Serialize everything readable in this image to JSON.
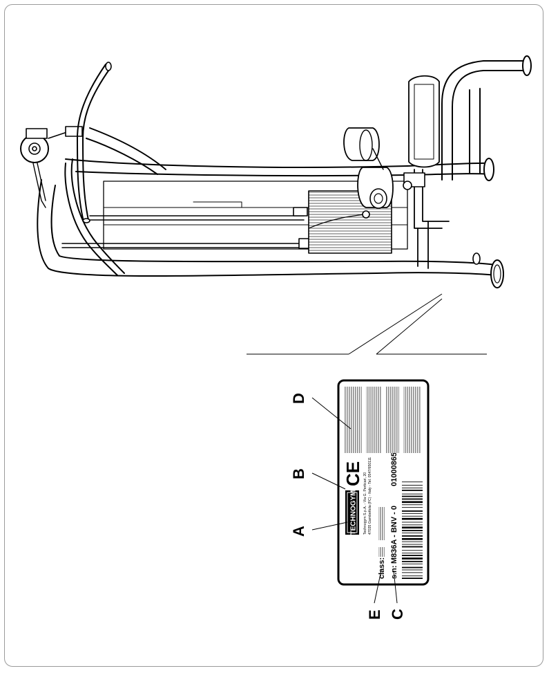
{
  "callouts": {
    "a": "A",
    "b": "B",
    "c": "C",
    "d": "D",
    "e": "E"
  },
  "plate": {
    "brand": "TECHNOGYM",
    "mark": "CE",
    "address_line_1": "Technogym S.p.A. - Via G. Perticari, 20",
    "address_line_2": "47035 Gambettola (FC) - Italy - Tel. 0547/650111",
    "class_label": "class:",
    "serial_label": "s.n:",
    "serial_value": "M836A - BNV - 0",
    "serial_number": "01000865"
  },
  "colors": {
    "ink": "#000000",
    "frame": "#9a9a9a",
    "text_block_gray": "#8c8c8c",
    "background": "#ffffff"
  },
  "icons": {
    "barcode": "barcode-icon",
    "logo": "technogym-logo"
  }
}
